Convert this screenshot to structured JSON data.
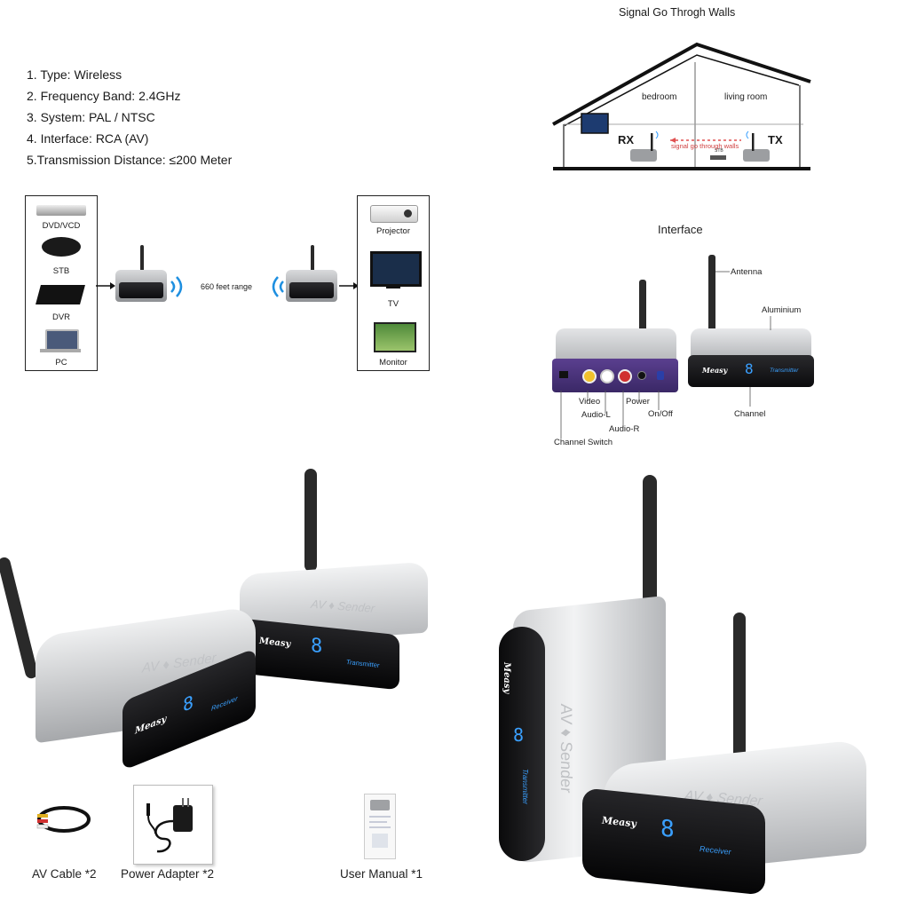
{
  "specs": [
    "1. Type: Wireless",
    "2. Frequency Band: 2.4GHz",
    "3. System: PAL / NTSC",
    "4. Interface: RCA (AV)",
    "5.Transmission Distance: ≤200 Meter"
  ],
  "walls": {
    "title": "Signal Go Throgh Walls",
    "bedroom": "bedroom",
    "living_room": "living room",
    "rx": "RX",
    "tx": "TX",
    "signal": "signal go through walls",
    "stb": "STB"
  },
  "diagram": {
    "sources": [
      "DVD/VCD",
      "STB",
      "DVR",
      "PC"
    ],
    "range": "660 feet range",
    "outputs": [
      "Projector",
      "TV",
      "Monitor"
    ]
  },
  "interface": {
    "title": "Interface",
    "antenna": "Antenna",
    "aluminium": "Aluminium",
    "video": "Video",
    "audio_l": "Audio-L",
    "audio_r": "Audio-R",
    "power": "Power",
    "onoff": "On/Off",
    "channel_switch": "Channel Switch",
    "channel": "Channel",
    "transmitter_text": "Transmitter",
    "digit": "8",
    "brand": "Measy"
  },
  "products": {
    "brand": "Measy",
    "digit": "8",
    "model_text": "AV ♦ Sender",
    "receiver_text": "Receiver",
    "transmitter_text": "Transmitter"
  },
  "accessories": [
    "AV Cable *2",
    "Power Adapter *2",
    "User Manual *1"
  ]
}
